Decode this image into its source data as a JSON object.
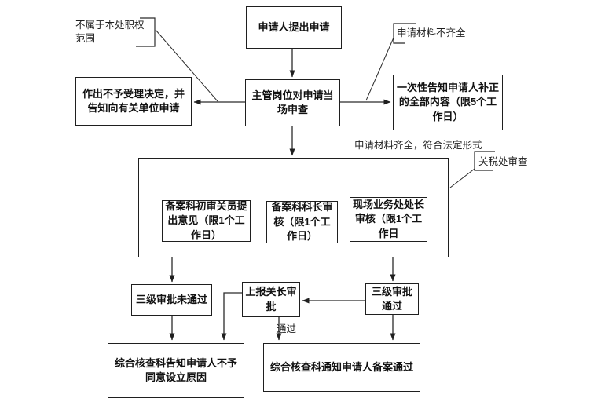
{
  "diagram": {
    "nodes": {
      "apply": "申请人提出申请",
      "review": "主管岗位对申请当\n场申查",
      "reject": "作出不予受理决定，并\n告知向有关单位申请",
      "notify_correct": "一次性告知申请人补正\n的全部内容（限5个工\n作日）",
      "clerk_review": "备案科初审关员提\n出意见（限1个工\n作日）",
      "chief_review": "备案科科长审\n核（限1个工\n作日）",
      "director_review": "现场业务处处长\n审核（限1个工\n作日",
      "three_level_fail": "三级审批未通过",
      "report_approval": "上报关长审\n批",
      "three_level_pass": "三级审批\n通过",
      "inform_reject": "综合核查科告知申请人不予\n同意设立原因",
      "inform_pass": "综合核查科通知申请人备案通过"
    },
    "annotations": {
      "out_of_scope": "不属于本处职权\n范围",
      "materials_incomplete": "申请材料不齐全",
      "materials_complete": "申请材料齐全，符合法定形式",
      "tariff_office_review": "关税处审查",
      "edge_pass": "通过"
    },
    "colors": {
      "line": "#1f1f1f",
      "background": "#ffffff",
      "text": "#111111"
    }
  }
}
